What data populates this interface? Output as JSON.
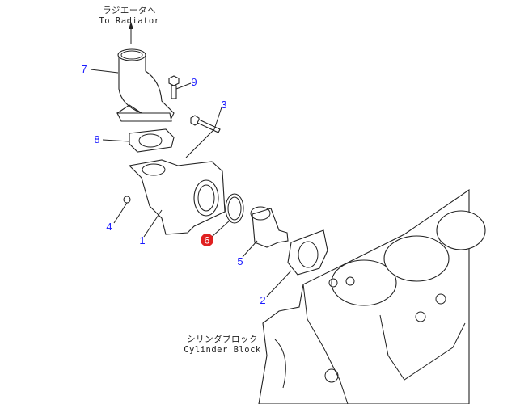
{
  "annotations": {
    "radiator_jp": "ラジエータへ",
    "radiator_en": "To Radiator",
    "block_jp": "シリンダブロック",
    "block_en": "Cylinder Block"
  },
  "callouts": {
    "c1": "1",
    "c2": "2",
    "c3": "3",
    "c4": "4",
    "c5": "5",
    "c6": "6",
    "c7": "7",
    "c8": "8",
    "c9": "9"
  },
  "colors": {
    "callout": "#1a1aff",
    "highlight": "#e02020"
  }
}
